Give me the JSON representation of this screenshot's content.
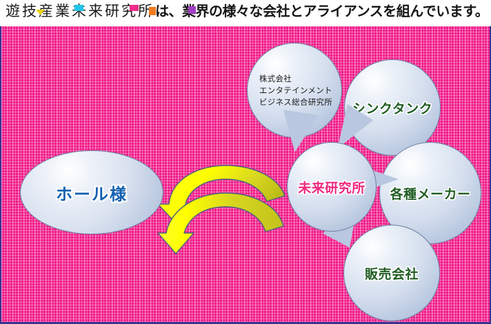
{
  "header": {
    "title_decorated": [
      "遊",
      "技",
      "産",
      "業",
      "未",
      "来",
      "研",
      "究",
      "所"
    ],
    "title_rest": "は、業界の様々な会社とアライアンスを組んでいます。",
    "accent_colors": {
      "技": "#e8d21a",
      "業": "#22c4e8",
      "来": "#ee2d8c",
      "研": "#f07c1c",
      "所": "#a13fc4"
    }
  },
  "panel": {
    "background_color": "#f01a88",
    "border_color": "#3b3190"
  },
  "diagram": {
    "center_node": {
      "label": "未来研究所",
      "color": "#ef2a80"
    },
    "hall_node": {
      "label": "ホール様",
      "color": "#1461b0"
    },
    "nodes": [
      {
        "id": "kabushiki",
        "label": "株式会社\nエンタテインメント\nビジネス総合研究所",
        "lines": [
          "株式会社",
          "エンタテインメント",
          "ビジネス総合研究所"
        ],
        "color": "#1a1a1a"
      },
      {
        "id": "thinktank",
        "label": "シンクタンク",
        "color": "#1f5c22"
      },
      {
        "id": "maker",
        "label": "各種メーカー",
        "color": "#1f5c22"
      },
      {
        "id": "hanbai",
        "label": "販売会社",
        "color": "#1f5c22"
      }
    ],
    "cycle_arrows": {
      "fill_top": "#ffff00",
      "fill_bottom": "#c8c81e",
      "stroke": "#4a5a78",
      "direction": "bidirectional"
    }
  }
}
